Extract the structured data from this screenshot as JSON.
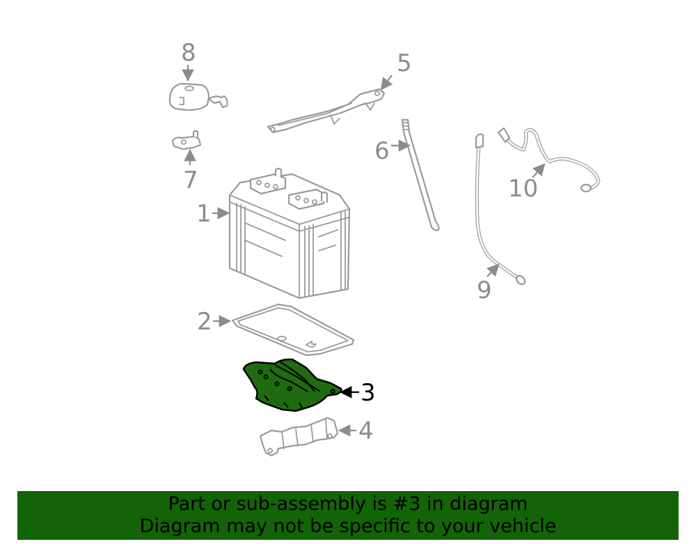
{
  "diagram": {
    "highlight_color": "#1f6b0f",
    "line_color": "#9a9a9a",
    "callouts": [
      {
        "id": "1",
        "label": "1",
        "part": "battery"
      },
      {
        "id": "2",
        "label": "2",
        "part": "battery-tray-liner"
      },
      {
        "id": "3",
        "label": "3",
        "part": "battery-tray",
        "highlighted": true
      },
      {
        "id": "4",
        "label": "4",
        "part": "tray-bracket"
      },
      {
        "id": "5",
        "label": "5",
        "part": "hold-down-clamp"
      },
      {
        "id": "6",
        "label": "6",
        "part": "hold-down-rod"
      },
      {
        "id": "7",
        "label": "7",
        "part": "terminal-clamp"
      },
      {
        "id": "8",
        "label": "8",
        "part": "terminal-cover"
      },
      {
        "id": "9",
        "label": "9",
        "part": "negative-cable"
      },
      {
        "id": "10",
        "label": "10",
        "part": "ground-cable"
      }
    ]
  },
  "banner": {
    "background": "#136307",
    "line1": "Part or sub-assembly is #3 in diagram",
    "line2": "Diagram may not be specific to your vehicle"
  }
}
